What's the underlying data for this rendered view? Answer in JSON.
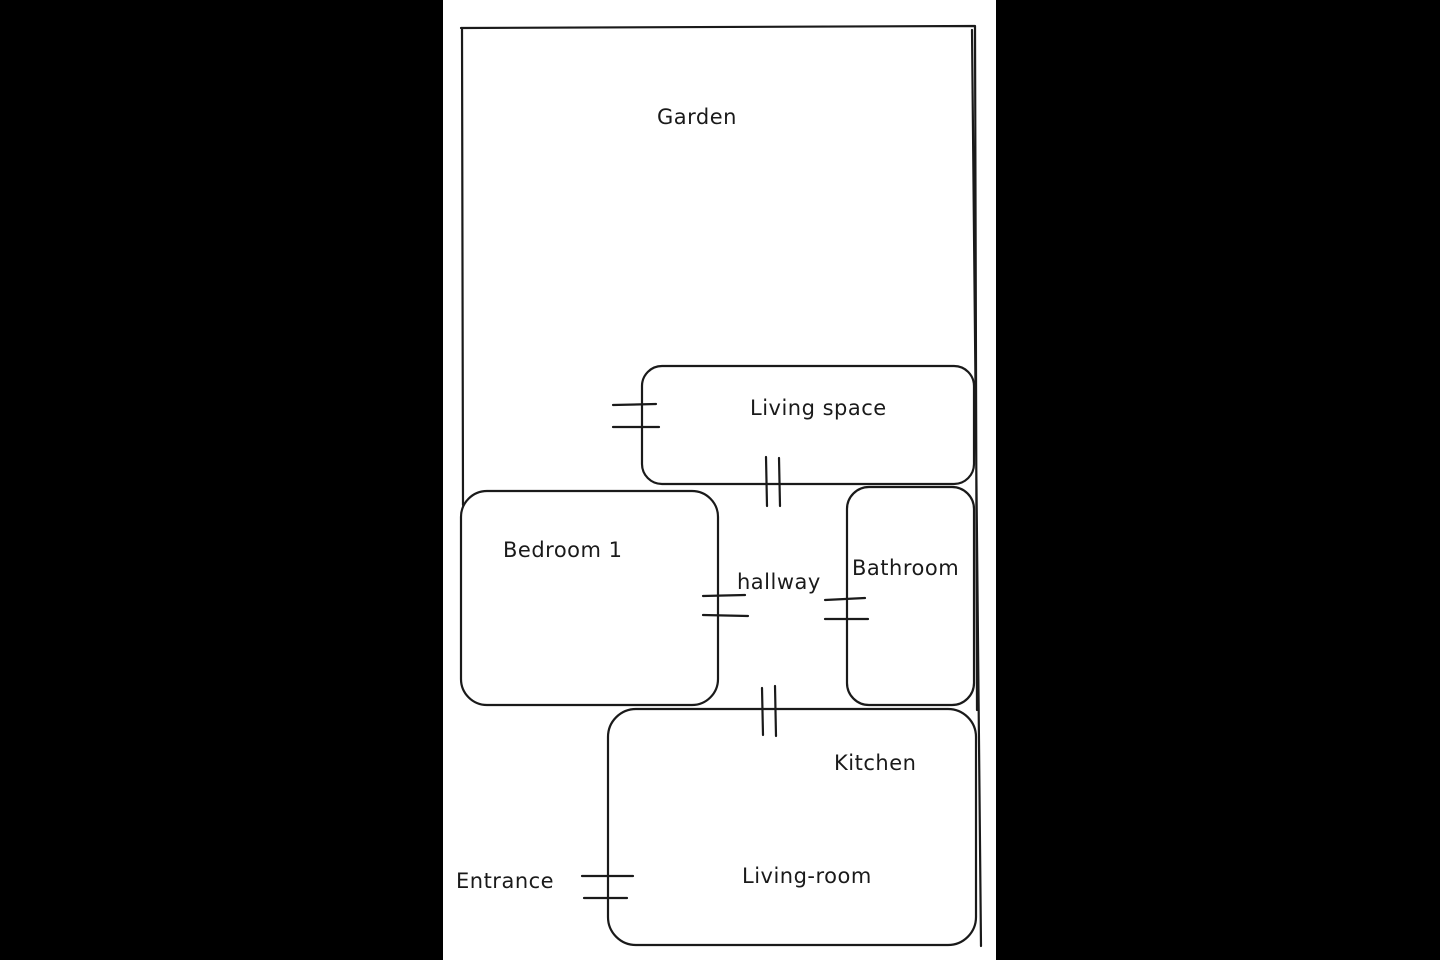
{
  "diagram": {
    "labels": {
      "garden": "Garden",
      "living_space": "Living space",
      "bedroom_1": "Bedroom 1",
      "hallway": "hallway",
      "bathroom": "Bathroom",
      "kitchen": "Kitchen",
      "living_room": "Living-room",
      "entrance": "Entrance"
    },
    "colors": {
      "background": "#000000",
      "canvas": "#ffffff",
      "ink": "#1a1a1a"
    }
  }
}
